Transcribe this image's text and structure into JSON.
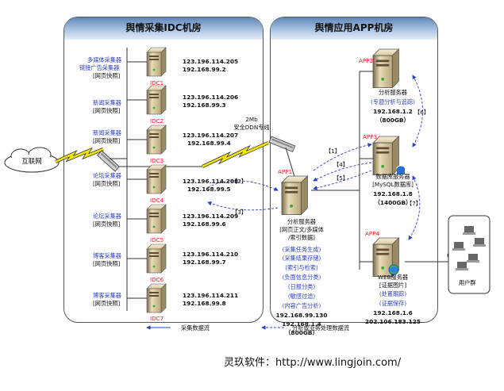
{
  "left_panel": {
    "title": "舆情采集IDC机房"
  },
  "right_panel": {
    "title": "舆情应用APP机房"
  },
  "internet": {
    "label": "互联网"
  },
  "link": {
    "bandwidth": "2Mb",
    "name": "安全DDN专线"
  },
  "collectors": [
    {
      "lines": [
        "多媒体采集器",
        "链接广告采集器",
        "[网页快照]"
      ],
      "tag": "IDC1",
      "ip1": "123.196.114.205",
      "ip2": "192.168.99.2"
    },
    {
      "lines": [
        "新闻采集器",
        "[网页快照]"
      ],
      "tag": "IDC2",
      "ip1": "123.196.114.206",
      "ip2": "192.168.99.3"
    },
    {
      "lines": [
        "新闻采集器",
        "[网页快照]"
      ],
      "tag": "IDC3",
      "ip1": "123.196.114.207",
      "ip2": "192.168.99.4"
    },
    {
      "lines": [
        "论坛采集器",
        "[网页快照]"
      ],
      "tag": "IDC4",
      "ip1": "123.196.114.208",
      "ip2": "192.168.99.5"
    },
    {
      "lines": [
        "论坛采集器",
        "[网页快照]"
      ],
      "tag": "IDC5",
      "ip1": "123.196.114.209",
      "ip2": "192.168.99.6"
    },
    {
      "lines": [
        "博客采集器",
        "[网页快照]"
      ],
      "tag": "IDC6",
      "ip1": "123.196.114.210",
      "ip2": "192.168.99.7"
    },
    {
      "lines": [
        "博客采集器",
        "[网页快照]"
      ],
      "tag": "IDC7",
      "ip1": "123.196.114.211",
      "ip2": "192.168.99.8"
    }
  ],
  "app1": {
    "tag": "APP1",
    "title": "分析服务器",
    "desc": [
      "[网页正文/多媒体",
      "/索引数据]"
    ],
    "functions": [
      "(采集任务生成)",
      "(采集结果存储)",
      "(索引与检索)",
      "(负面信息分类)",
      "(日报分类)",
      "(敏感过滤)",
      "(内容广告分析)"
    ],
    "ip1": "192.168.99.130",
    "ip2": "192.168.1.4",
    "disk": "（800GB）"
  },
  "app2": {
    "tag": "APP2",
    "title": "分析服务器",
    "func": "(专题分析与追踪)",
    "ip": "192.168.1.2",
    "disk": "（800GB）"
  },
  "app3": {
    "tag": "APP3",
    "title": "数据库服务器",
    "desc": "[MySQL数据库]",
    "ip": "192.168.1.8",
    "disk": "（1400GB）"
  },
  "app4": {
    "tag": "APP4",
    "title": "WEB服务器",
    "desc": "[证据图片]",
    "funcs": [
      "(处置跟踪)",
      "(证据保存)"
    ],
    "ip1": "192.168.1.6",
    "ip2": "202.106.183.125"
  },
  "user_group": {
    "label": "用户群"
  },
  "flow_labels": [
    "【1】",
    "【2】",
    "【3】",
    "【4】",
    "【5】",
    "【6】",
    "【7】"
  ],
  "legend": {
    "collect": "采集数据流",
    "analysis": "分析或业务处理数据流"
  },
  "footer": "灵玖软件：http://www.lingjoin.com/",
  "colors": {
    "header": "#7c9ccc",
    "flow": "#2a3fbf",
    "tag": "#e02020",
    "bolt": "#f2e600"
  }
}
